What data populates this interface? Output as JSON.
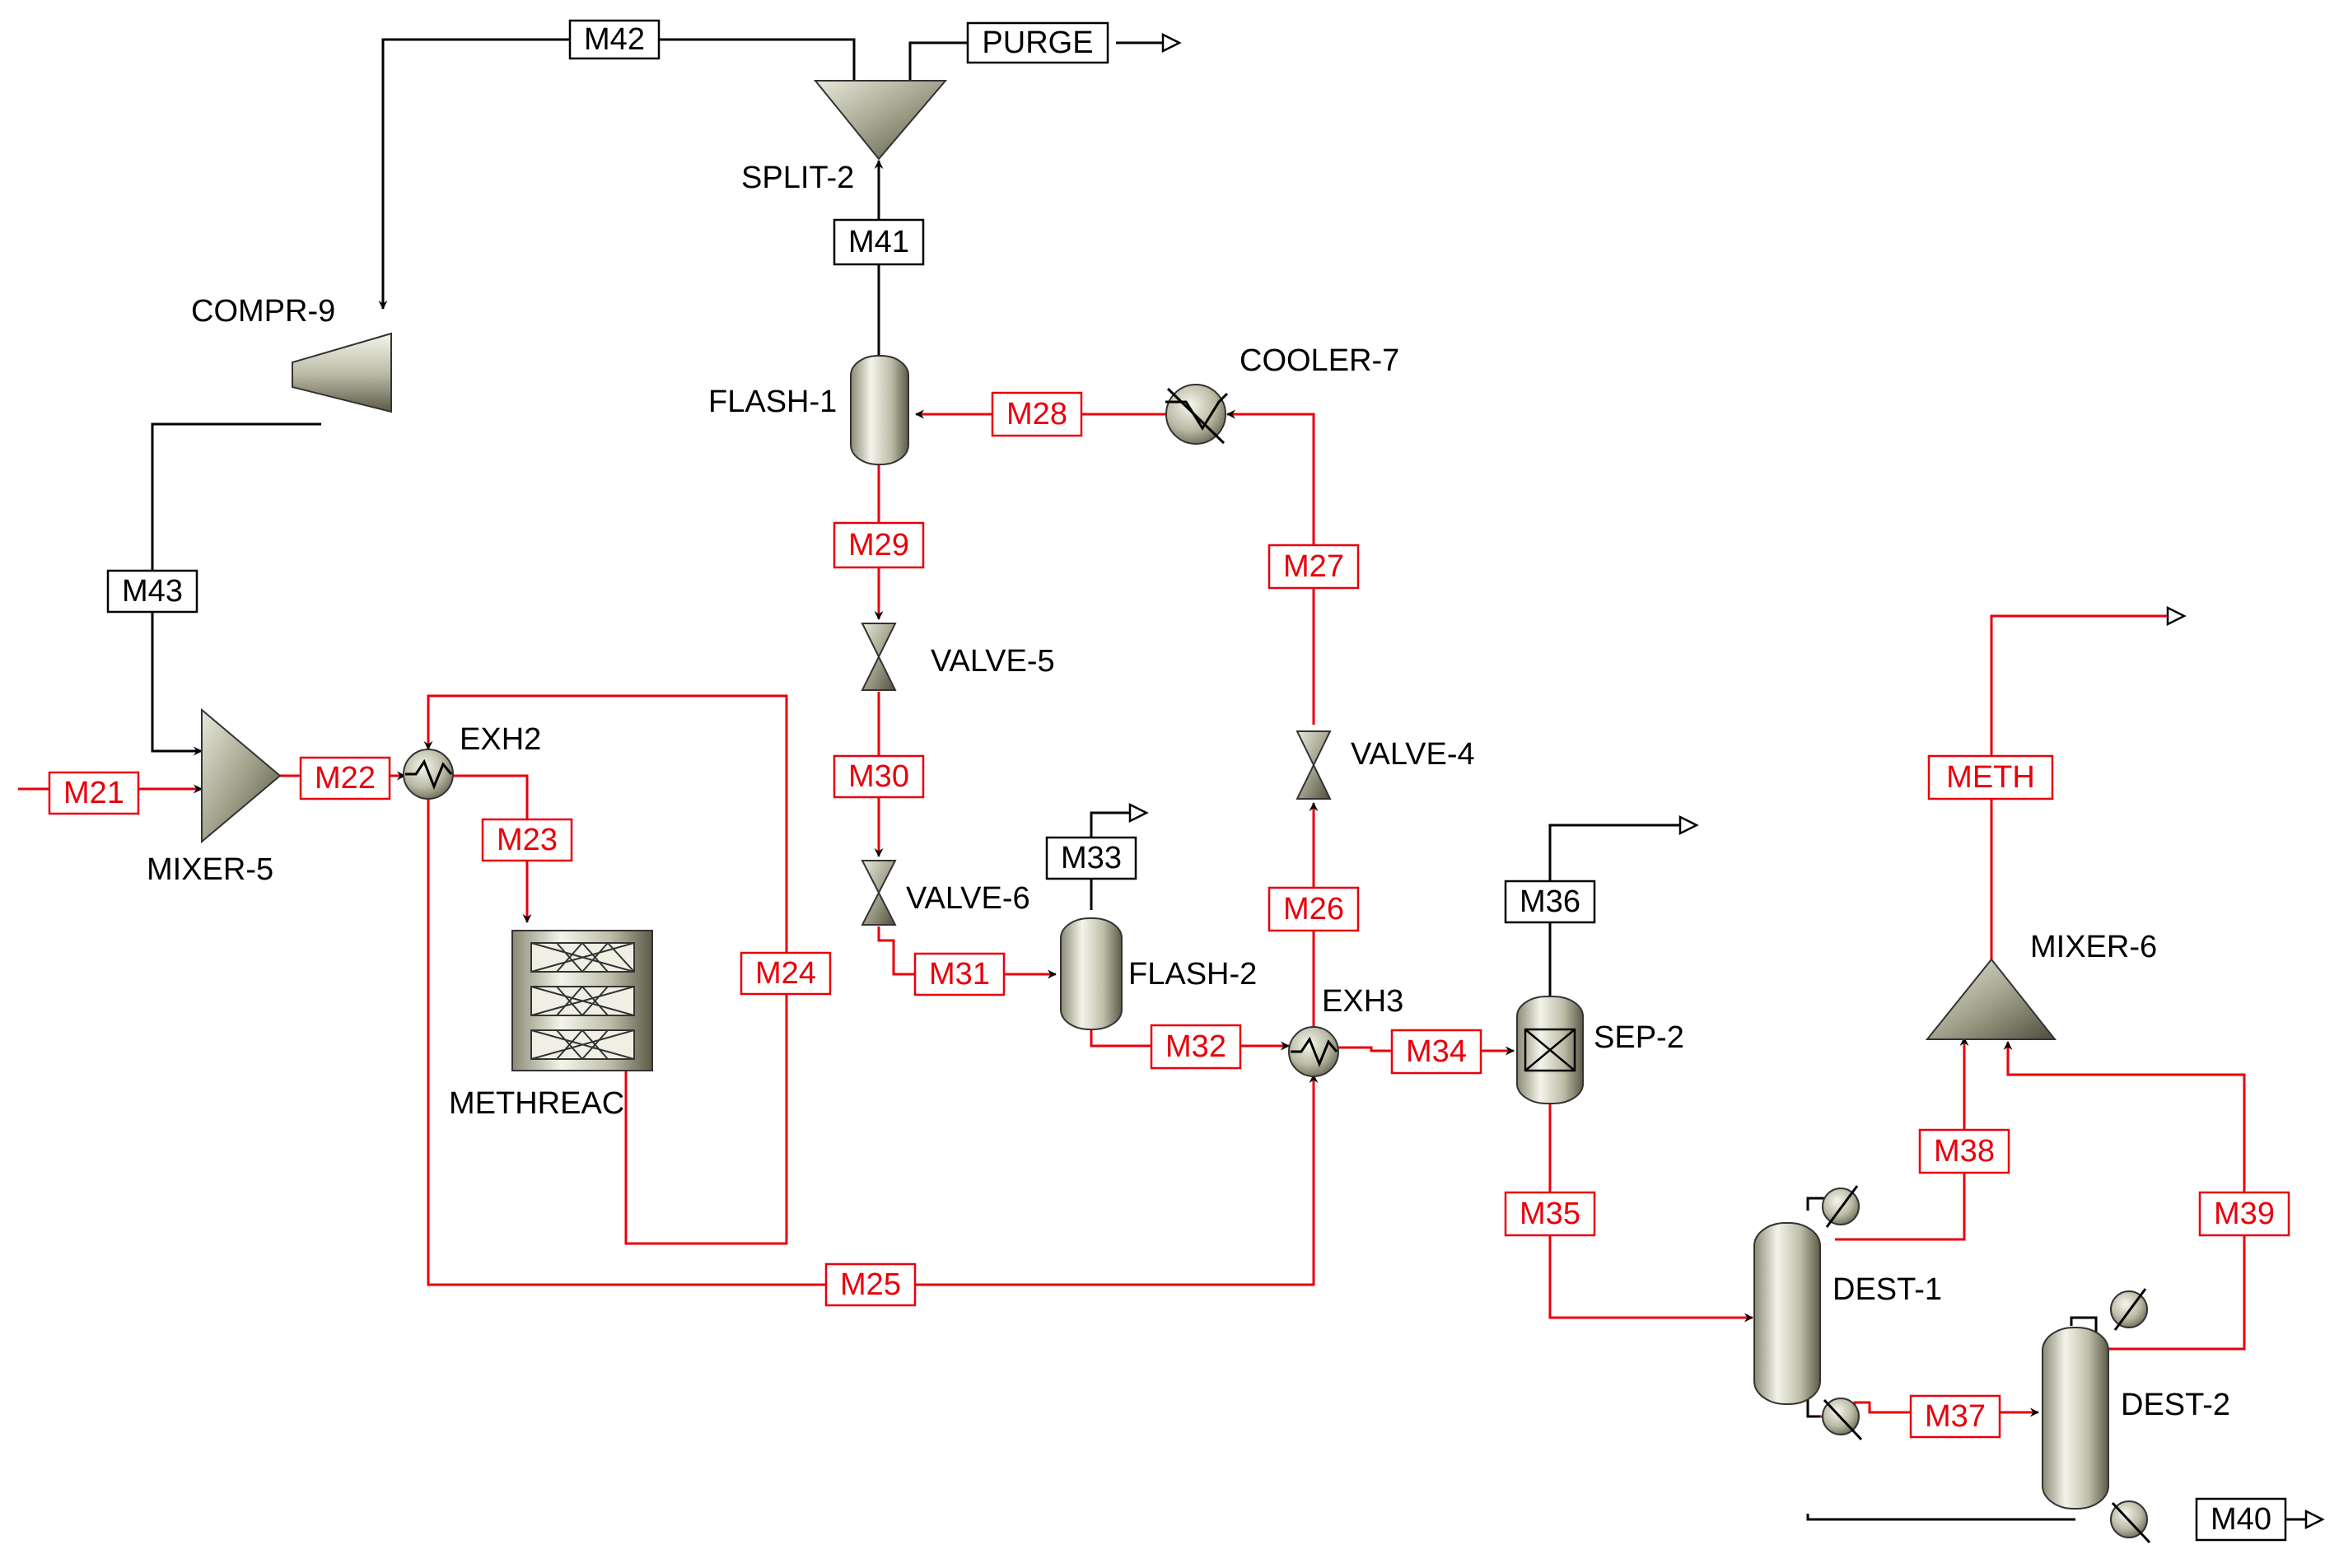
{
  "colors": {
    "material_stream": "#000000",
    "hot_stream": "#e8000b",
    "equipment_fill_light": "#f2f2e8",
    "equipment_fill_dark": "#5b5b48"
  },
  "streams": {
    "M21": "M21",
    "M22": "M22",
    "M23": "M23",
    "M24": "M24",
    "M25": "M25",
    "M26": "M26",
    "M27": "M27",
    "M28": "M28",
    "M29": "M29",
    "M30": "M30",
    "M31": "M31",
    "M32": "M32",
    "M33": "M33",
    "M34": "M34",
    "M35": "M35",
    "M36": "M36",
    "M37": "M37",
    "M38": "M38",
    "M39": "M39",
    "M40": "M40",
    "M41": "M41",
    "M42": "M42",
    "M43": "M43",
    "PURGE": "PURGE",
    "METH": "METH"
  },
  "units": {
    "SPLIT-2": "SPLIT-2",
    "COMPR-9": "COMPR-9",
    "FLASH-1": "FLASH-1",
    "COOLER-7": "COOLER-7",
    "VALVE-5": "VALVE-5",
    "VALVE-4": "VALVE-4",
    "VALVE-6": "VALVE-6",
    "EXH2": "EXH2",
    "EXH3": "EXH3",
    "MIXER-5": "MIXER-5",
    "MIXER-6": "MIXER-6",
    "FLASH-2": "FLASH-2",
    "SEP-2": "SEP-2",
    "METHREAC": "METHREAC",
    "DEST-1": "DEST-1",
    "DEST-2": "DEST-2"
  }
}
